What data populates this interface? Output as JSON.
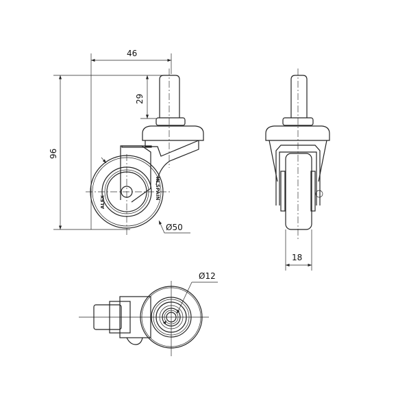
{
  "dimensions": {
    "width": "46",
    "height": "96",
    "stem_length": "29",
    "wheel_diameter": "Ø50",
    "wheel_width": "18",
    "axle_diameter": "Ø12"
  },
  "wheel_markings": {
    "brand": "ALEX",
    "origin": "IN SPAIN"
  }
}
